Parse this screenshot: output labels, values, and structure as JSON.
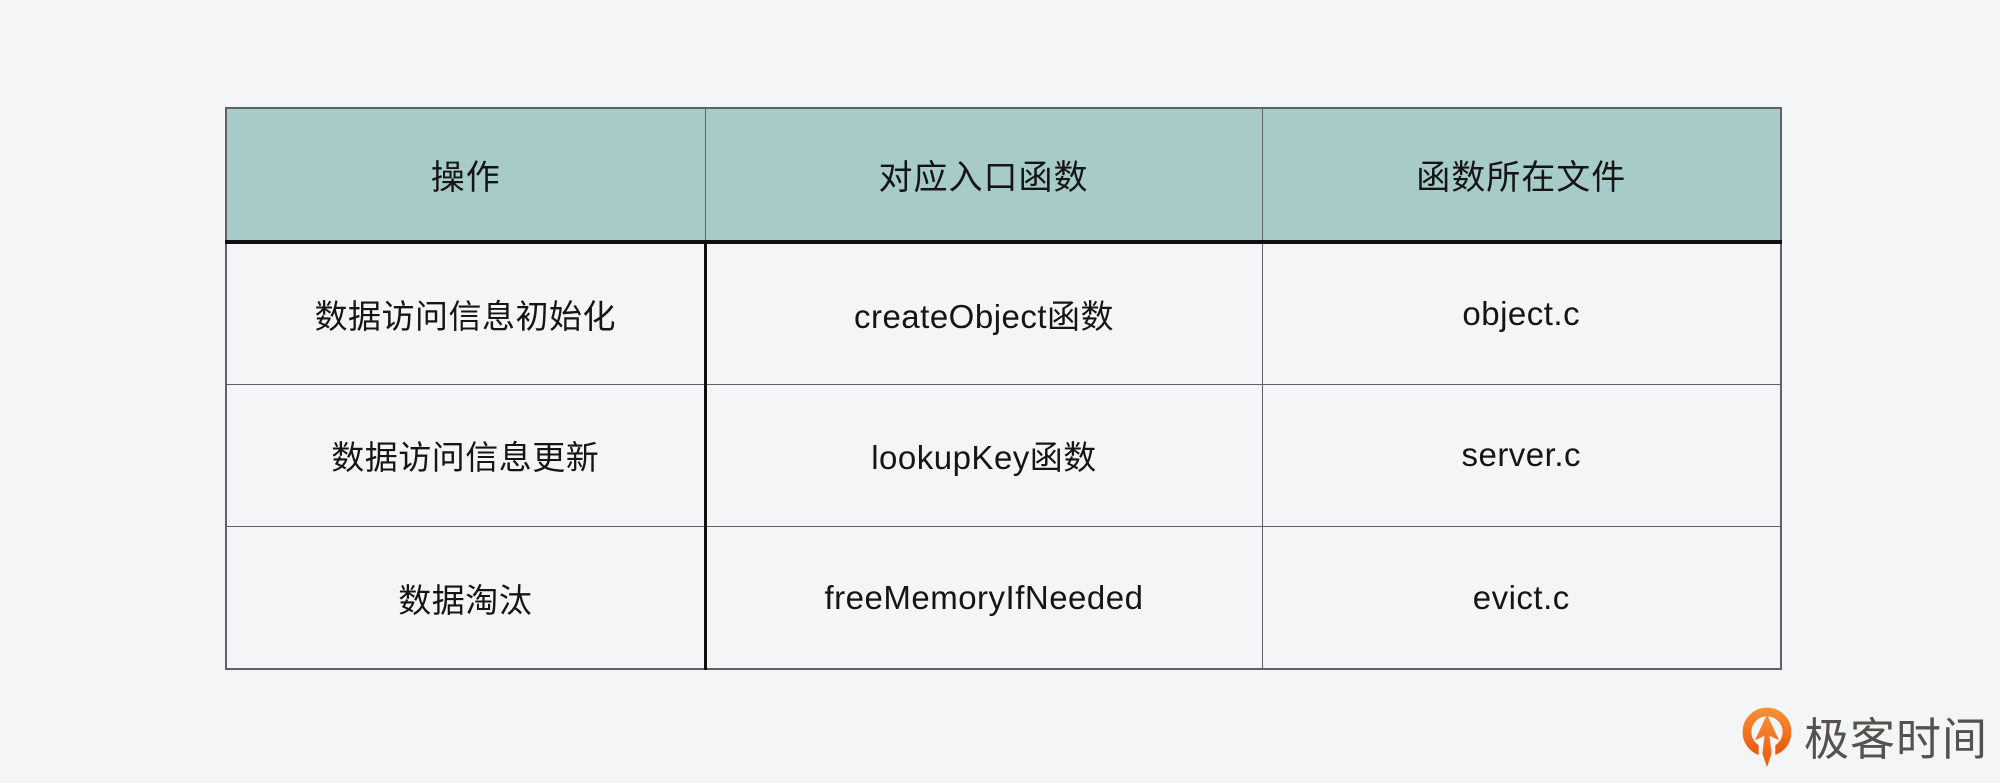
{
  "chart_data": {
    "type": "table",
    "title": "",
    "columns": [
      "操作",
      "对应入口函数",
      "函数所在文件"
    ],
    "rows": [
      [
        "数据访问信息初始化",
        "createObject函数",
        "object.c"
      ],
      [
        "数据访问信息更新",
        "lookupKey函数",
        "server.c"
      ],
      [
        "数据淘汰",
        "freeMemoryIfNeeded",
        "evict.c"
      ]
    ],
    "layout": {
      "header_background": "#a7cbc9",
      "grid": "on",
      "thick_borders": [
        "header-bottom",
        "body-column1-right"
      ]
    }
  },
  "branding": {
    "logo_text": "极客时间",
    "logo_icon": "geektime-pin-arrow-icon"
  },
  "colors": {
    "page_bg": "#f4f5f7",
    "header_bg": "#a7cbc9",
    "grid_thin": "#5f6366",
    "grid_thick": "#0f0f0f",
    "cell_text": "#151515",
    "logo_orange": "#ed6418",
    "logo_orange_light": "#f78d35",
    "logo_text": "#55524e"
  }
}
